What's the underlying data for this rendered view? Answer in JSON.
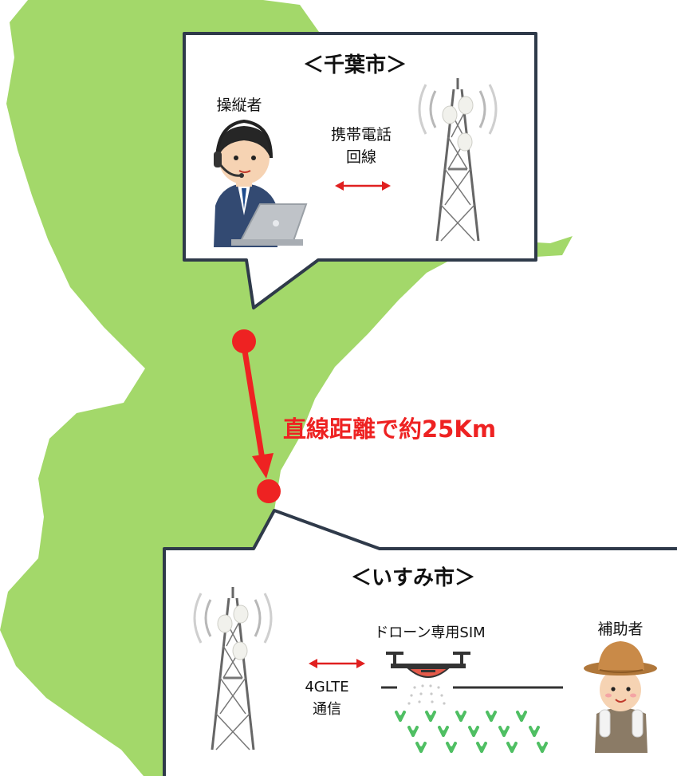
{
  "top_box": {
    "title": "＜千葉市＞",
    "operator_label": "操縦者",
    "link_label_line1": "携帯電話",
    "link_label_line2": "回線"
  },
  "distance_label": "直線距離で約25Km",
  "bottom_box": {
    "title": "＜いすみ市＞",
    "drone_label": "ドローン専用SIM",
    "assistant_label": "補助者",
    "link_label_line1": "4GLTE",
    "link_label_line2": "通信"
  },
  "colors": {
    "land": "#a3d86a",
    "accent_red": "#ee2222",
    "box_border": "#2f3a4a",
    "tower": "#666666"
  },
  "icons": [
    "operator-illustration",
    "cell-tower-icon",
    "drone-icon",
    "farmer-illustration",
    "crop-sprouts"
  ]
}
